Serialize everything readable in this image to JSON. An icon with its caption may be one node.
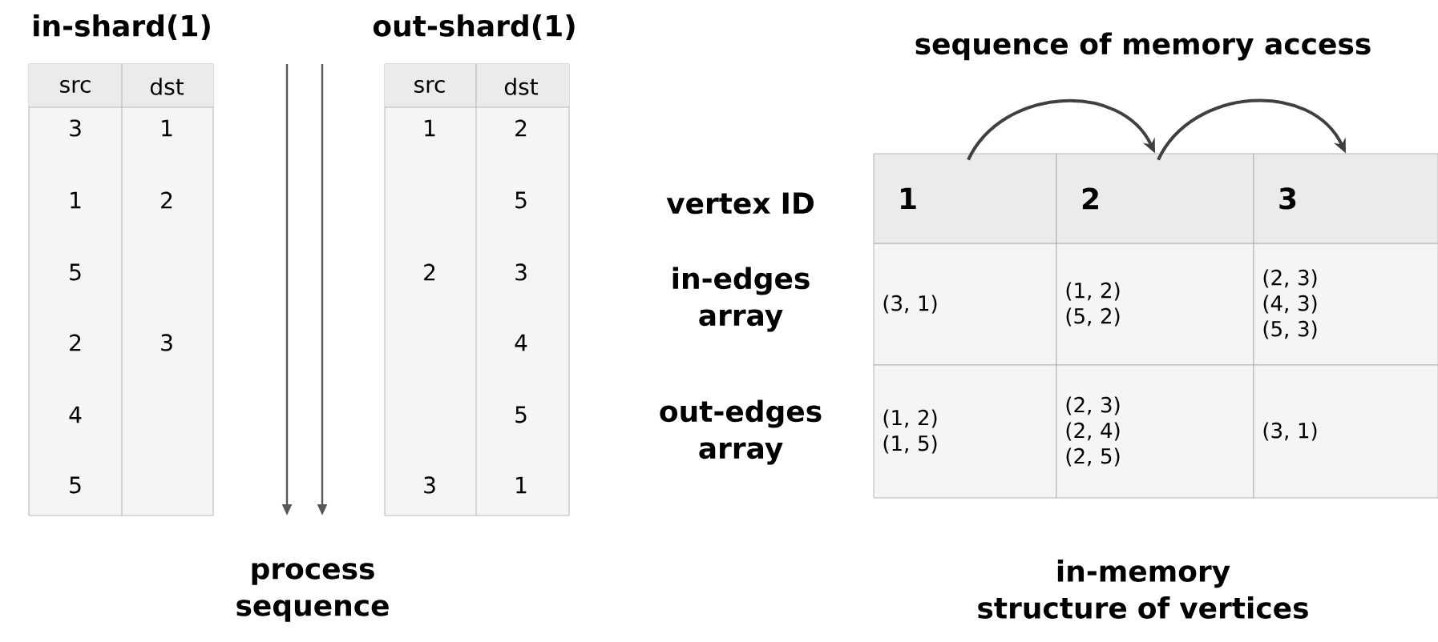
{
  "diagram": {
    "nodes": [
      {
        "text": [
          "1"
        ]
      },
      {
        "text": [
          "2"
        ]
      },
      {
        "text": [
          "3"
        ]
      }
    ],
    "edges": [
      {
        "from": 0,
        "to": 1,
        "arrow": "to"
      },
      {
        "from": 1,
        "to": 2,
        "arrow": "to"
      }
    ],
    "labels": [
      "in-shard(1)",
      "out-shard(1)",
      "sequence of memory access",
      "src",
      "dst",
      "3",
      "1",
      "1",
      "2",
      "5",
      "2",
      "3",
      "4",
      "5",
      "src",
      "dst",
      "1",
      "2",
      "5",
      "2",
      "3",
      "4",
      "5",
      "3",
      "1",
      "vertex ID",
      "in-edges array",
      "out-edges array",
      "(3, 1)",
      "(1, 2) (5, 2)",
      "(2, 3) (4, 3) (5, 3)",
      "(1, 2) (1, 5)",
      "(2, 3) (2, 4) (2, 5)",
      "(3, 1)",
      "process sequence",
      "in-memory structure of vertices"
    ]
  }
}
